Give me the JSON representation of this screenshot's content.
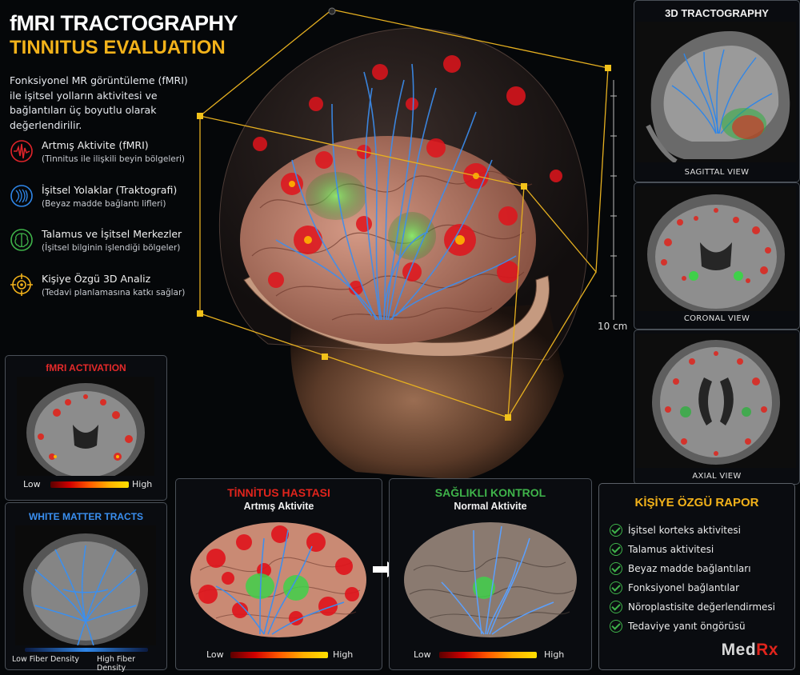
{
  "header": {
    "title": "fMRI TRACTOGRAPHY",
    "subtitle": "TINNITUS EVALUATION",
    "intro": "Fonksiyonel MR görüntüleme (fMRI) ile işitsel yolların aktivitesi ve bağlantıları üç boyutlu olarak değerlendirilir."
  },
  "legend": [
    {
      "icon": "activity-wave-icon",
      "title": "Artmış Aktivite (fMRI)",
      "desc": "(Tinnitus ile ilişkili beyin bölgeleri)",
      "color": "#e0242a"
    },
    {
      "icon": "auditory-pathway-icon",
      "title": "İşitsel Yolaklar (Traktografi)",
      "desc": "(Beyaz madde bağlantı lifleri)",
      "color": "#2f86e8"
    },
    {
      "icon": "brain-icon",
      "title": "Talamus ve İşitsel Merkezler",
      "desc": "(İşitsel bilginin işlendiği bölgeler)",
      "color": "#3fb34a"
    },
    {
      "icon": "target-icon",
      "title": "Kişiye Özgü 3D Analiz",
      "desc": "(Tedavi planlamasına katkı sağlar)",
      "color": "#f2b21a"
    }
  ],
  "scale_label": "10 cm",
  "right_views": {
    "title": "3D TRACTOGRAPHY",
    "sagittal": "SAGITTAL VIEW",
    "coronal": "CORONAL VIEW",
    "axial": "AXIAL VIEW"
  },
  "fmri_panel": {
    "title": "fMRI ACTIVATION",
    "low": "Low",
    "high": "High"
  },
  "wm_panel": {
    "title": "WHITE MATTER TRACTS",
    "low": "Low Fiber Density",
    "high": "High Fiber Density"
  },
  "patient": {
    "title": "TİNNİTUS HASTASI",
    "subtitle": "Artmış Aktivite",
    "low": "Low",
    "high": "High"
  },
  "control": {
    "title": "SAĞLIKLI KONTROL",
    "subtitle": "Normal Aktivite",
    "low": "Low",
    "high": "High"
  },
  "report": {
    "title": "KİŞİYE ÖZGÜ RAPOR",
    "items": [
      "İşitsel korteks aktivitesi",
      "Talamus aktivitesi",
      "Beyaz madde bağlantıları",
      "Fonksiyonel bağlantılar",
      "Nöroplastisite değerlendirmesi",
      "Tedaviye yanıt öngörüsü"
    ],
    "brand_a": "Med",
    "brand_b": "Rx"
  },
  "colors": {
    "accent": "#f2b21a",
    "activation": "#e0242a",
    "tracts": "#2f86e8",
    "thalamus": "#3fb34a"
  }
}
